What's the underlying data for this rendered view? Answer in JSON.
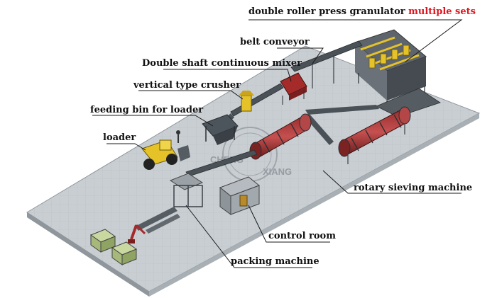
{
  "colors": {
    "platform_top": "#c9ced2",
    "platform_side": "#8f969c",
    "equipment_dark": "#3f464d",
    "accent_yellow": "#e6c229",
    "accent_red": "#a52a2a",
    "highlight_red": "#e0141e",
    "leader_line": "#1a1a1a"
  },
  "labels": {
    "granulator": "double roller press granulator",
    "granulator_highlight": "multiple sets",
    "belt_conveyor": "belt conveyor",
    "mixer": "Double shaft continuous mixer",
    "crusher": "vertical type crusher",
    "feeding_bin": "feeding bin for loader",
    "loader": "loader",
    "sieving": "rotary sieving machine",
    "control_room": "control room",
    "packing": "packing machine"
  },
  "watermark": {
    "left": "CHENG",
    "right": "XIANG"
  }
}
